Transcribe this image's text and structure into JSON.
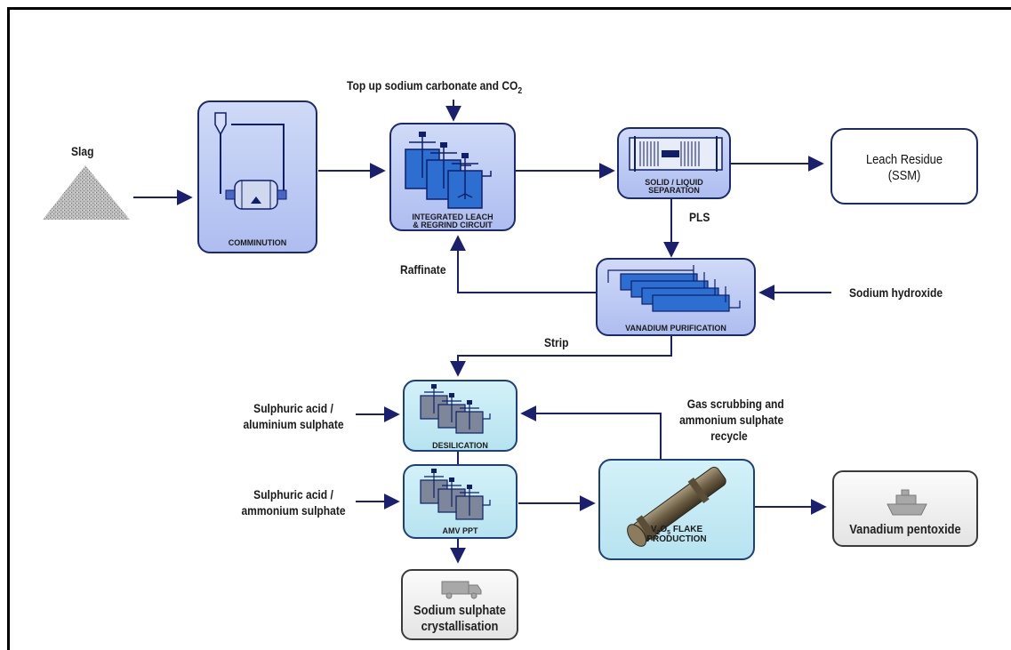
{
  "inputs": {
    "slag": "Slag",
    "top_up": "Top up sodium carbonate and CO",
    "top_up_sub": "2",
    "sodium_hydroxide": "Sodium hydroxide",
    "sulphuric_acid_1": "Sulphuric acid /",
    "aluminium_sulphate": "aluminium sulphate",
    "sulphuric_acid_2": "Sulphuric acid /",
    "ammonium_sulphate": "ammonium sulphate"
  },
  "streams": {
    "pls": "PLS",
    "raffinate": "Raffinate",
    "strip": "Strip",
    "gas_scrubbing_1": "Gas scrubbing and",
    "gas_scrubbing_2": "ammonium sulphate",
    "gas_scrubbing_3": "recycle"
  },
  "units": {
    "comminution": "COMMINUTION",
    "leach_1": "INTEGRATED LEACH",
    "leach_2": "& REGRIND CIRCUIT",
    "sl_sep_1": "SOLID / LIQUID",
    "sl_sep_2": "SEPARATION",
    "vanadium_purification": "VANADIUM PURIFICATION",
    "desilication": "DESILICATION",
    "amv_ppt": "AMV PPT",
    "flake_v": "V",
    "flake_2": "2",
    "flake_o": "O",
    "flake_5": "5",
    "flake_rest": " FLAKE",
    "flake_2nd": "PRODUCTION"
  },
  "products": {
    "leach_residue_1": "Leach Residue",
    "leach_residue_2": "(SSM)",
    "vanadium_pentoxide": "Vanadium pentoxide",
    "sodium_sulphate_1": "Sodium sulphate",
    "sodium_sulphate_2": "crystallisation"
  },
  "icons": [
    "slag-pile-icon",
    "mill-cyclone-icon",
    "leach-tanks-icon",
    "filter-press-icon",
    "solvent-extraction-icon",
    "desilication-tanks-icon",
    "precipitation-tanks-icon",
    "kiln-icon",
    "ship-icon",
    "truck-icon"
  ],
  "colors": {
    "arrow": "#1a1f6e",
    "unit_blue": "#b9c6f2",
    "unit_cyan": "#c3e9f4",
    "box_border": "#1c2a6b"
  }
}
